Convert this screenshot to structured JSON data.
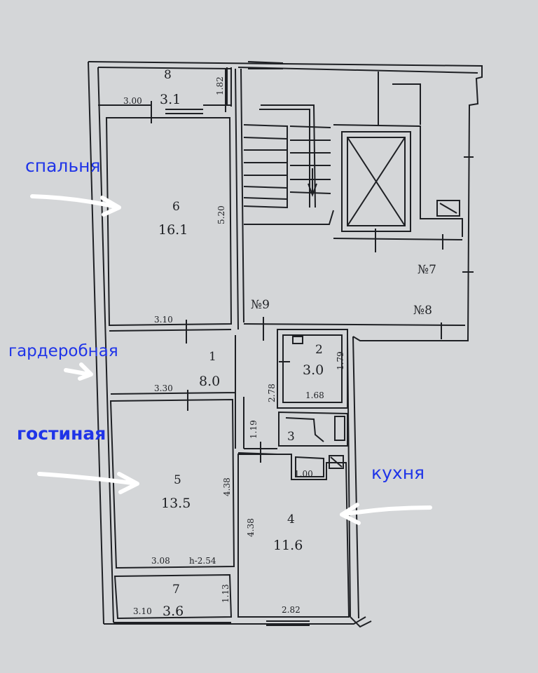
{
  "labels": {
    "bedroom": "спальня",
    "wardrobe": "гардеробная",
    "living": "гостиная",
    "kitchen": "кухня"
  },
  "rooms": {
    "r8": {
      "num": "8",
      "area": "3.1"
    },
    "r6": {
      "num": "6",
      "area": "16.1"
    },
    "r1": {
      "num": "1",
      "area": "8.0"
    },
    "r2": {
      "num": "2",
      "area": "3.0"
    },
    "r3": {
      "num": "3"
    },
    "r5": {
      "num": "5",
      "area": "13.5"
    },
    "r4": {
      "num": "4",
      "area": "11.6"
    },
    "r7": {
      "num": "7",
      "area": "3.6"
    }
  },
  "dims": {
    "d300": "3.00",
    "d182": "1.82",
    "d520": "5.20",
    "d310a": "3.10",
    "d330": "3.30",
    "d278": "2.78",
    "d179": "1.79",
    "d168": "1.68",
    "d119": "1.19",
    "d438a": "4.38",
    "d438b": "4.38",
    "d100": "1.00",
    "d308": "3.08",
    "hgt": "h-2.54",
    "d113": "1.13",
    "d310b": "3.10",
    "d282": "2.82"
  },
  "stair_marks": {
    "n7": "№7",
    "n8": "№8",
    "n9": "№9"
  },
  "colors": {
    "label": "#1f34e8",
    "line": "#1e2024",
    "paper": "#d4d6d8"
  }
}
